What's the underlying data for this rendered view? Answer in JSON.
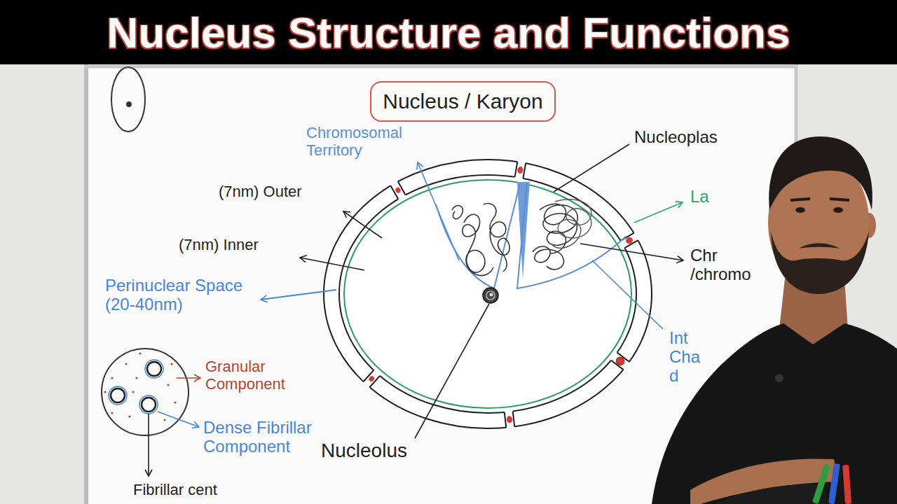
{
  "diagram": {
    "title": "Nucleus Structure and Functions",
    "nodes": [
      {
        "text": [
          "Nucleus / Karyon"
        ]
      }
    ],
    "labels": [
      "Chromosomal Territory",
      "Nucleoplas",
      "(7nm) Outer",
      "(7nm) Inner",
      "La",
      "Perinuclear Space (20-40nm)",
      "Chr /chromo",
      "Int Cha d",
      "Granular Component",
      "Dense Fibrillar Component",
      "Nucleolus",
      "Fibrillar cent"
    ]
  }
}
